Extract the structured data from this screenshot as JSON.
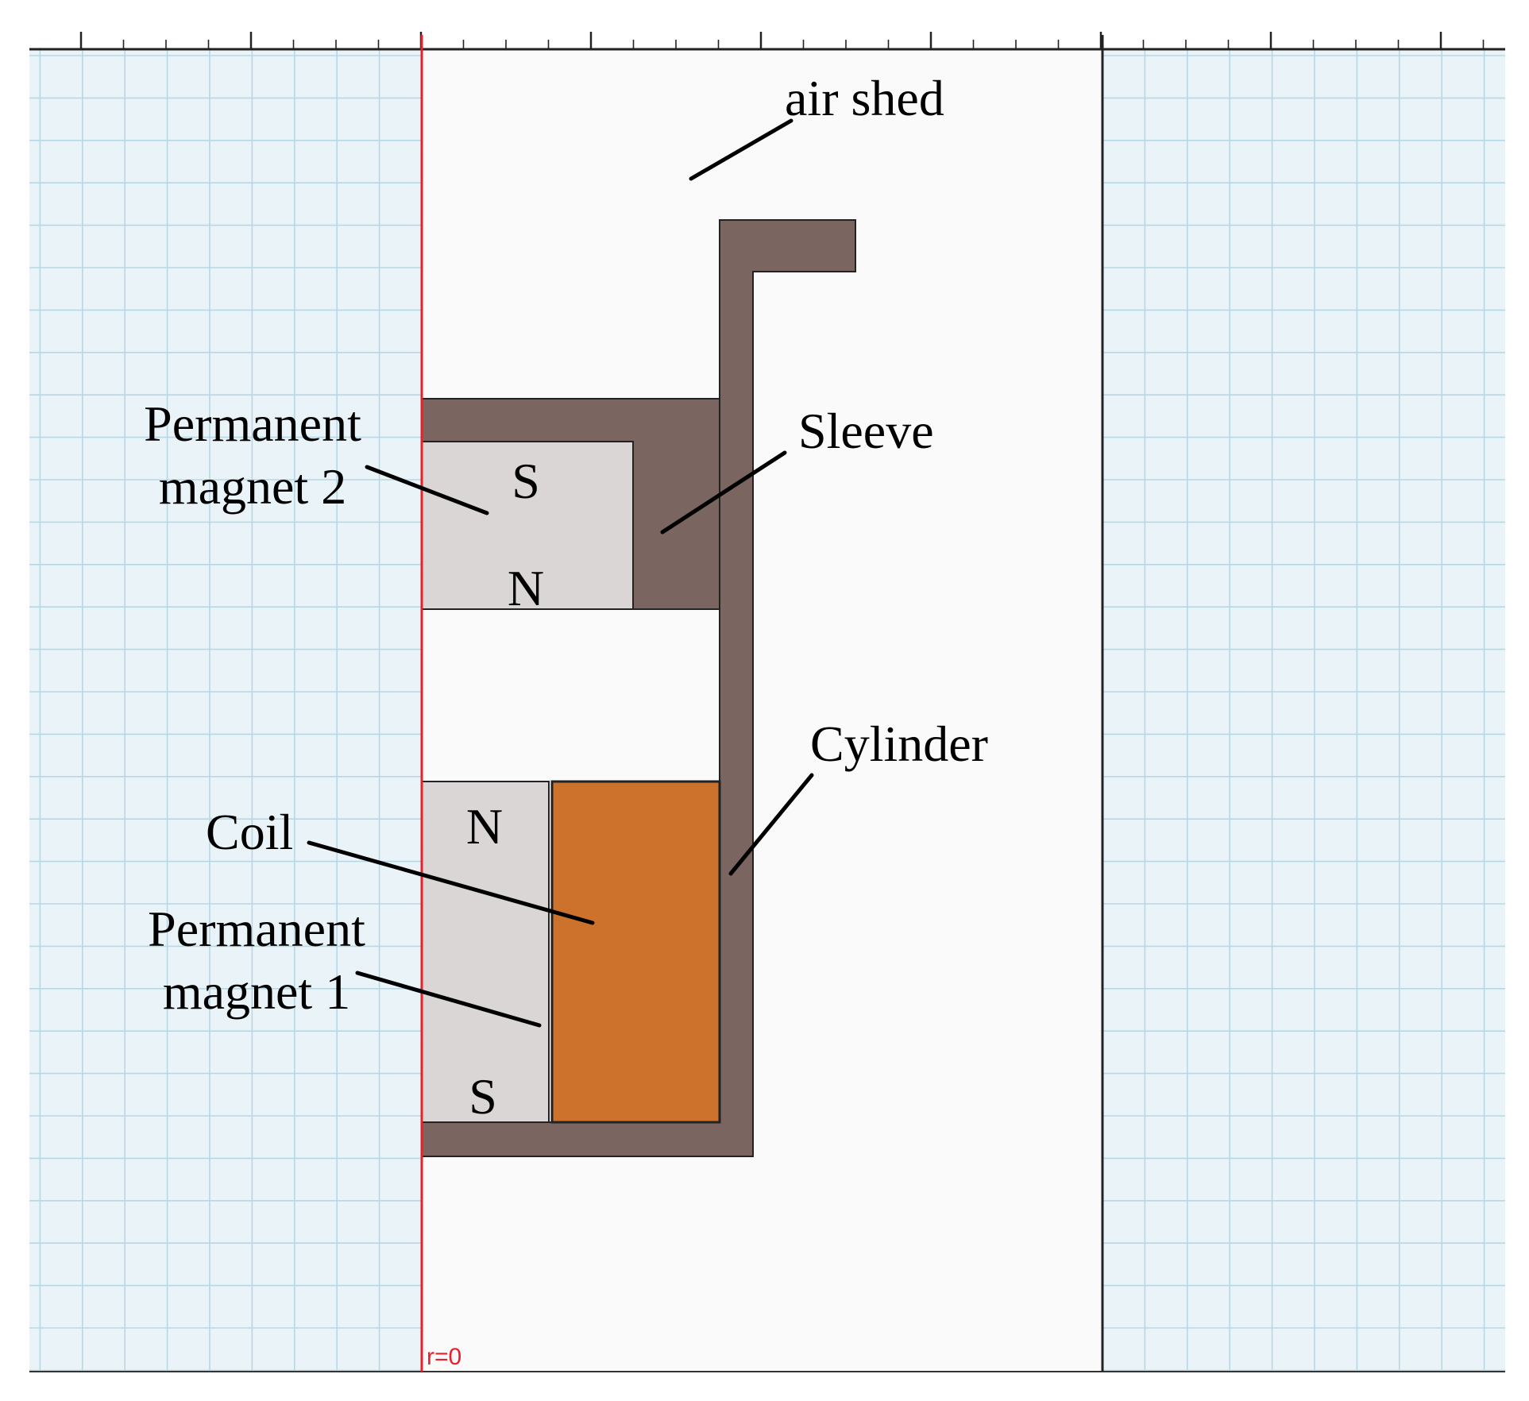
{
  "labels": {
    "air_shed": "air shed",
    "sleeve": "Sleeve",
    "cylinder": "Cylinder",
    "coil": "Coil",
    "pm2_line1": "Permanent",
    "pm2_line2": "magnet 2",
    "pm1_line1": "Permanent",
    "pm1_line2": "magnet 1"
  },
  "poles": {
    "pm2_top": "S",
    "pm2_bottom": "N",
    "pm1_top": "N",
    "pm1_bottom": "S"
  },
  "axis": {
    "label": "r=0"
  },
  "colors": {
    "grid_background": "#eaf4f8",
    "grid_line": "#b6d8e6",
    "air_region": "#fafafa",
    "steel": "#7a6561",
    "magnet": "#dbd6d6",
    "coil": "#cc722c",
    "axis_line": "#e8202a",
    "outline": "#000000"
  }
}
